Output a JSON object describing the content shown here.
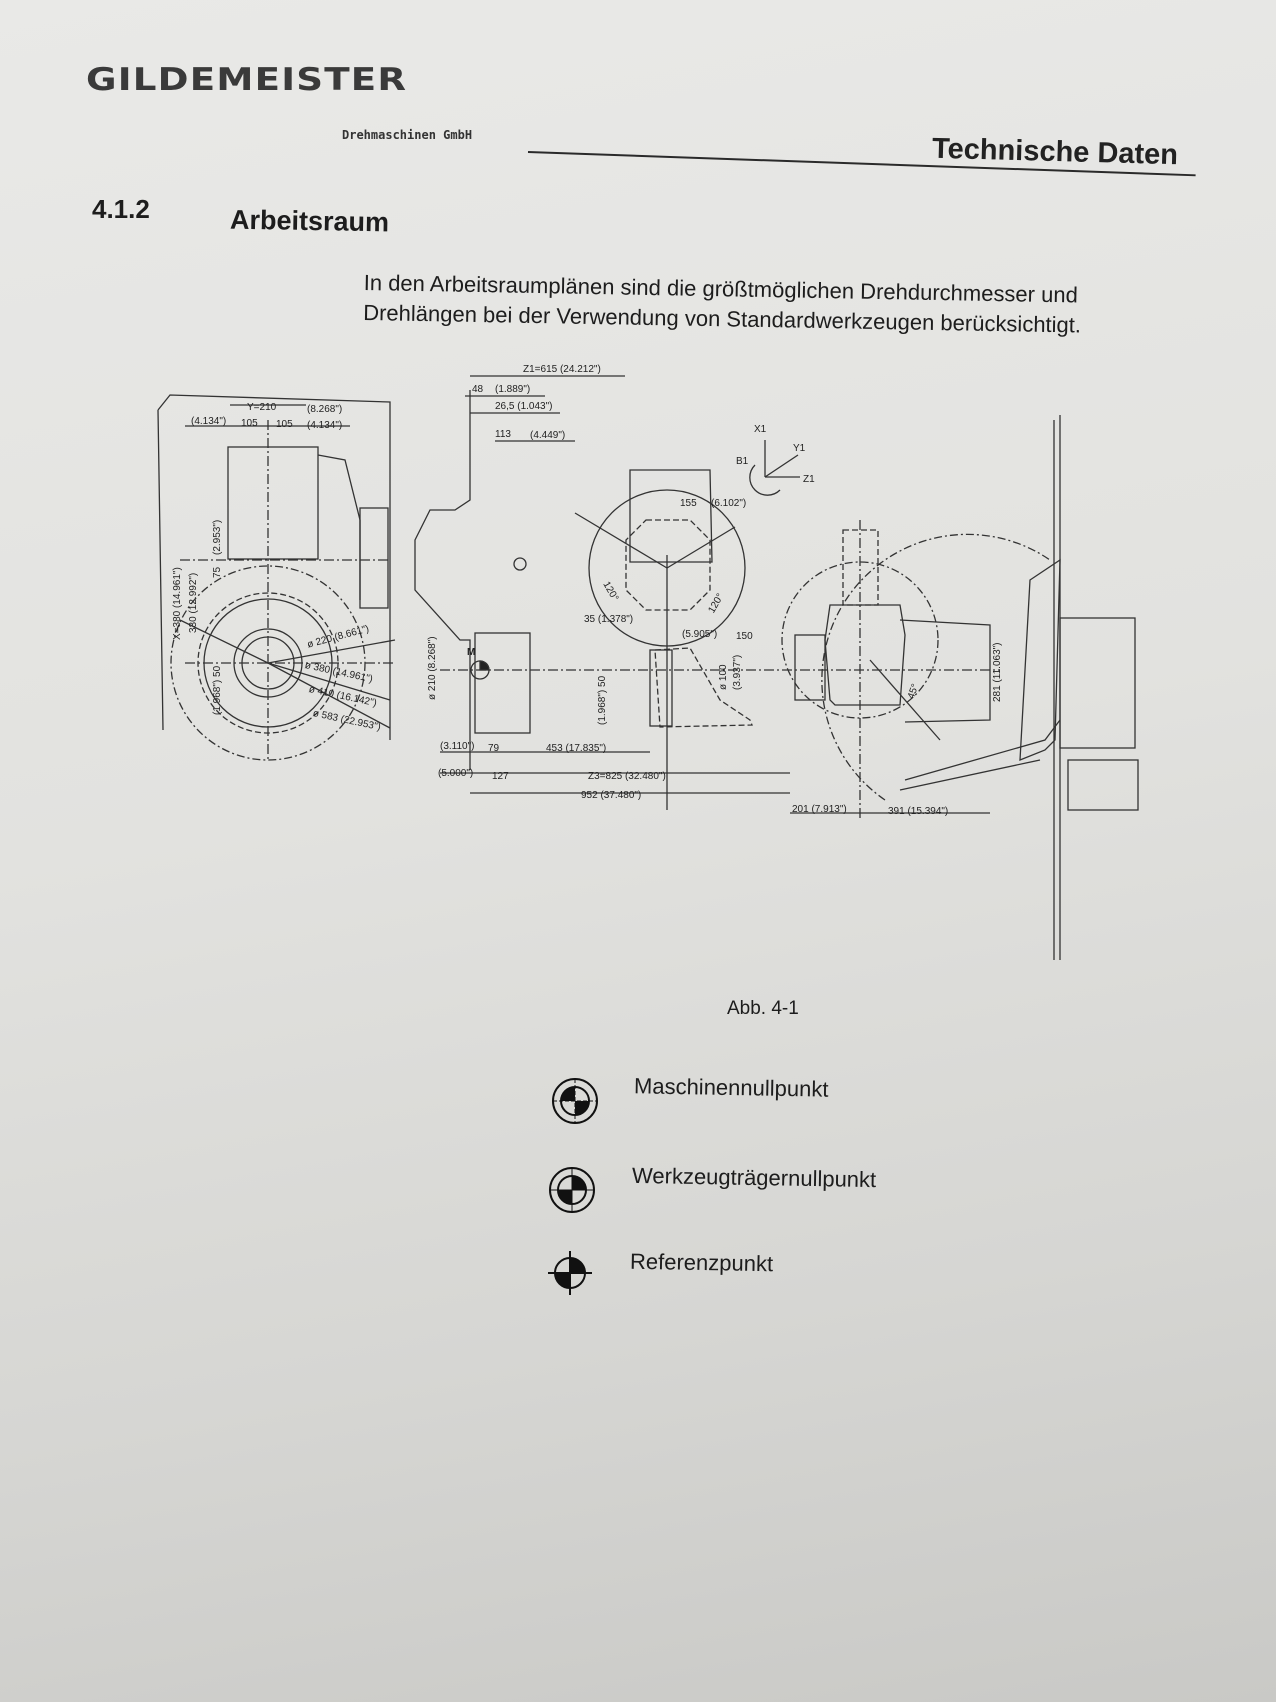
{
  "header": {
    "logo": "GILDEMEISTER",
    "company_subtitle": "Drehmaschinen GmbH",
    "document_title": "Technische Daten"
  },
  "section": {
    "number": "4.1.2",
    "title": "Arbeitsraum",
    "intro": "In den Arbeitsraumplänen sind die größtmöglichen Drehdurchmesser und Drehlängen bei der Verwendung von Standardwerkzeugen berücksichtigt."
  },
  "figure": {
    "caption": "Abb. 4-1",
    "dimensions": {
      "y_total": "Y=210",
      "y_total_in": "(8.268\")",
      "y_left_in": "(4.134\")",
      "y_left": "105",
      "y_right": "105",
      "y_right_in": "(4.134\")",
      "x_total": "X=380 (14.961\")",
      "x_330": "330 (12.992\")",
      "x_75": "75",
      "x_75_in": "(2.953\")",
      "x_50": "(1.968\") 50",
      "d220": "ø 220 (8.661\")",
      "d380": "ø 380 (14.961\")",
      "d410": "ø 410 (16.142\")",
      "d583": "ø 583 (22.953\")",
      "z1": "Z1=615 (24.212\")",
      "z_48": "48",
      "z_48_in": "(1.889\")",
      "z_26": "26,5 (1.043\")",
      "z_113": "113",
      "z_113_in": "(4.449\")",
      "d210": "ø 210 (8.268\")",
      "m_label": "M",
      "z_79_in": "(3.110\")",
      "z_79": "79",
      "z_453": "453 (17.835\")",
      "z_127_in": "(5.000\")",
      "z_127": "127",
      "z3": "Z3=825 (32.480\")",
      "z_952": "952 (37.480\")",
      "t_155": "155",
      "t_155_in": "(6.102\")",
      "t_35": "35 (1.378\")",
      "angle_left": "120°",
      "angle_right": "120°",
      "t_150_in": "(5.905\")",
      "t_150": "150",
      "d100": "ø 100",
      "d100_in": "(3.937\")",
      "t_50": "(1.968\") 50",
      "h_281": "281 (11.063\")",
      "angle_45": "45°",
      "z_201": "201 (7.913\")",
      "z_391": "391 (15.394\")"
    },
    "axes": {
      "x1": "X1",
      "y1": "Y1",
      "z1": "Z1",
      "b1": "B1"
    }
  },
  "legend": [
    {
      "icon": "machine-zero-point-icon",
      "label": "Maschinennullpunkt"
    },
    {
      "icon": "tool-holder-zero-point-icon",
      "label": "Werkzeugträgernullpunkt"
    },
    {
      "icon": "reference-point-icon",
      "label": "Referenzpunkt"
    }
  ]
}
